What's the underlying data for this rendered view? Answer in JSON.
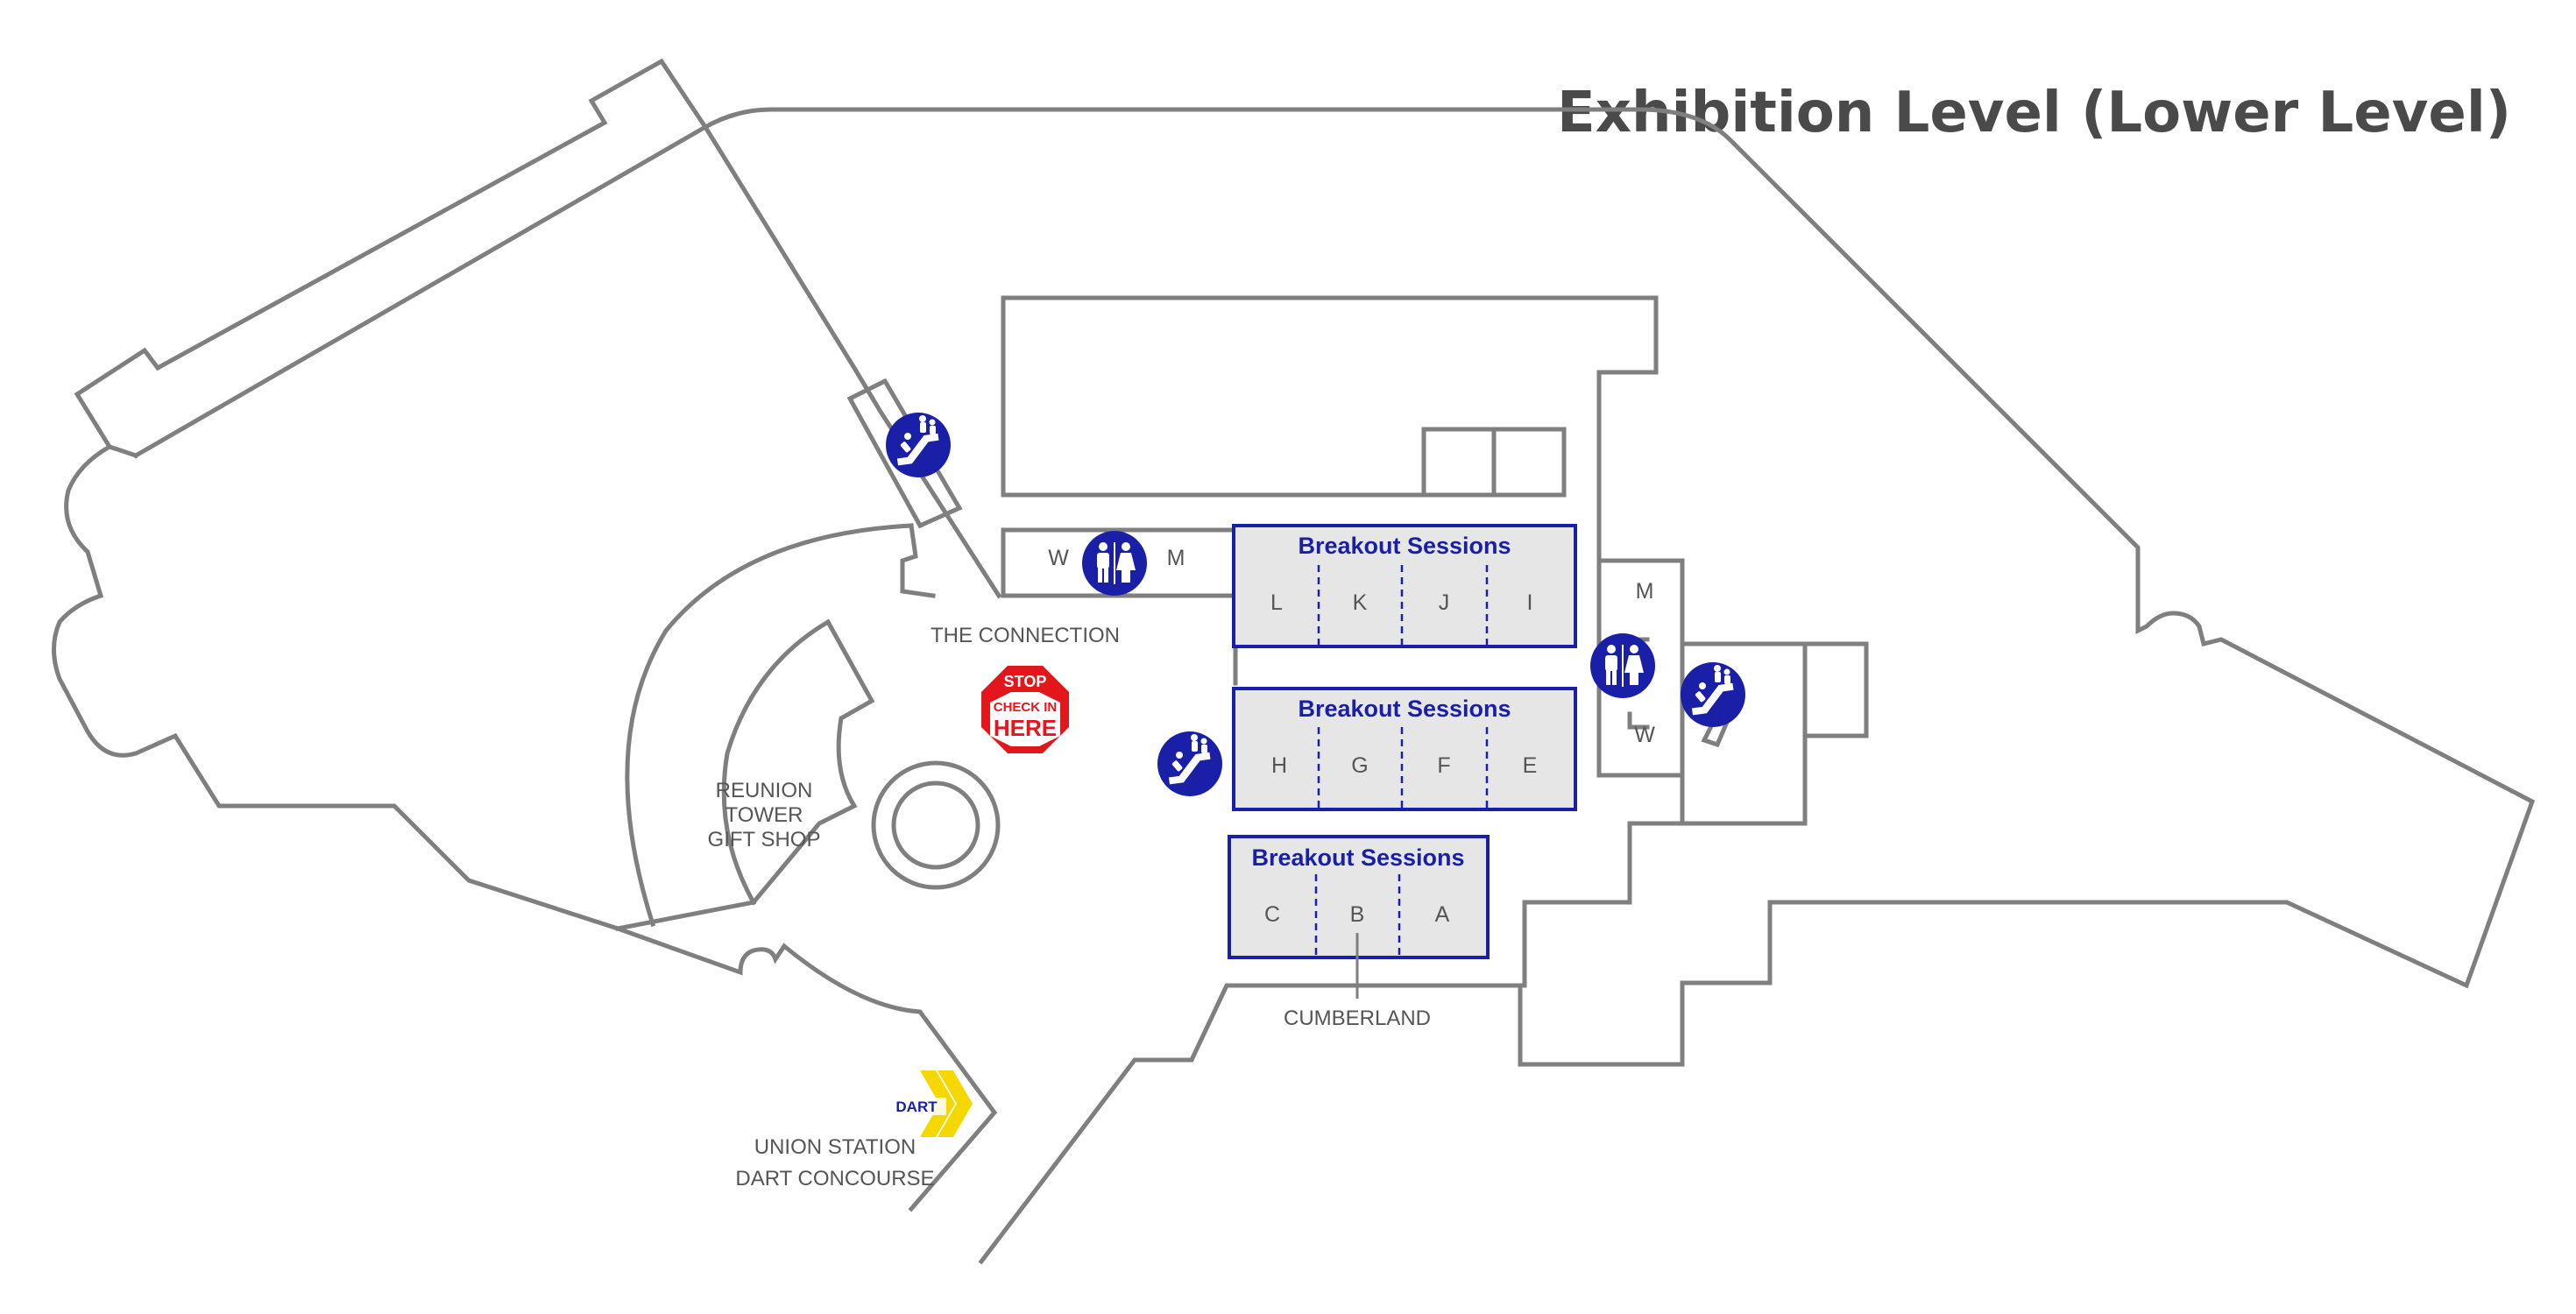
{
  "map_title": "Exhibition Level (Lower Level)",
  "breakout_rooms": [
    {
      "title": "Breakout Sessions",
      "rooms": [
        "L",
        "K",
        "J",
        "I"
      ]
    },
    {
      "title": "Breakout Sessions",
      "rooms": [
        "H",
        "G",
        "F",
        "E"
      ]
    },
    {
      "title": "Breakout Sessions",
      "rooms": [
        "C",
        "B",
        "A"
      ]
    }
  ],
  "places": {
    "the_connection": "THE CONNECTION",
    "gift_shop_line1": "REUNION",
    "gift_shop_line2": "TOWER",
    "gift_shop_line3": "GIFT SHOP",
    "cumberland": "CUMBERLAND",
    "union_station_line1": "UNION STATION",
    "union_station_line2": "DART CONCOURSE"
  },
  "restrooms": {
    "left_women": "W",
    "left_men": "M",
    "right_men": "M",
    "right_women": "W"
  },
  "check_in_sign": {
    "line1": "STOP",
    "line2": "CHECK IN",
    "line3": "HERE",
    "color": "#e3161b"
  },
  "dart_logo_text": "DART",
  "colors": {
    "wall": "#7f7f7f",
    "room_border": "#1a1fa8",
    "room_fill": "#e6e6e6",
    "icon_blue": "#1a1fa8",
    "dart_yellow": "#f5d800",
    "heading": "#4a4a4a"
  },
  "icons": [
    "escalator-icon",
    "restroom-icon",
    "check-in-stop-sign-icon",
    "dart-logo-icon"
  ]
}
